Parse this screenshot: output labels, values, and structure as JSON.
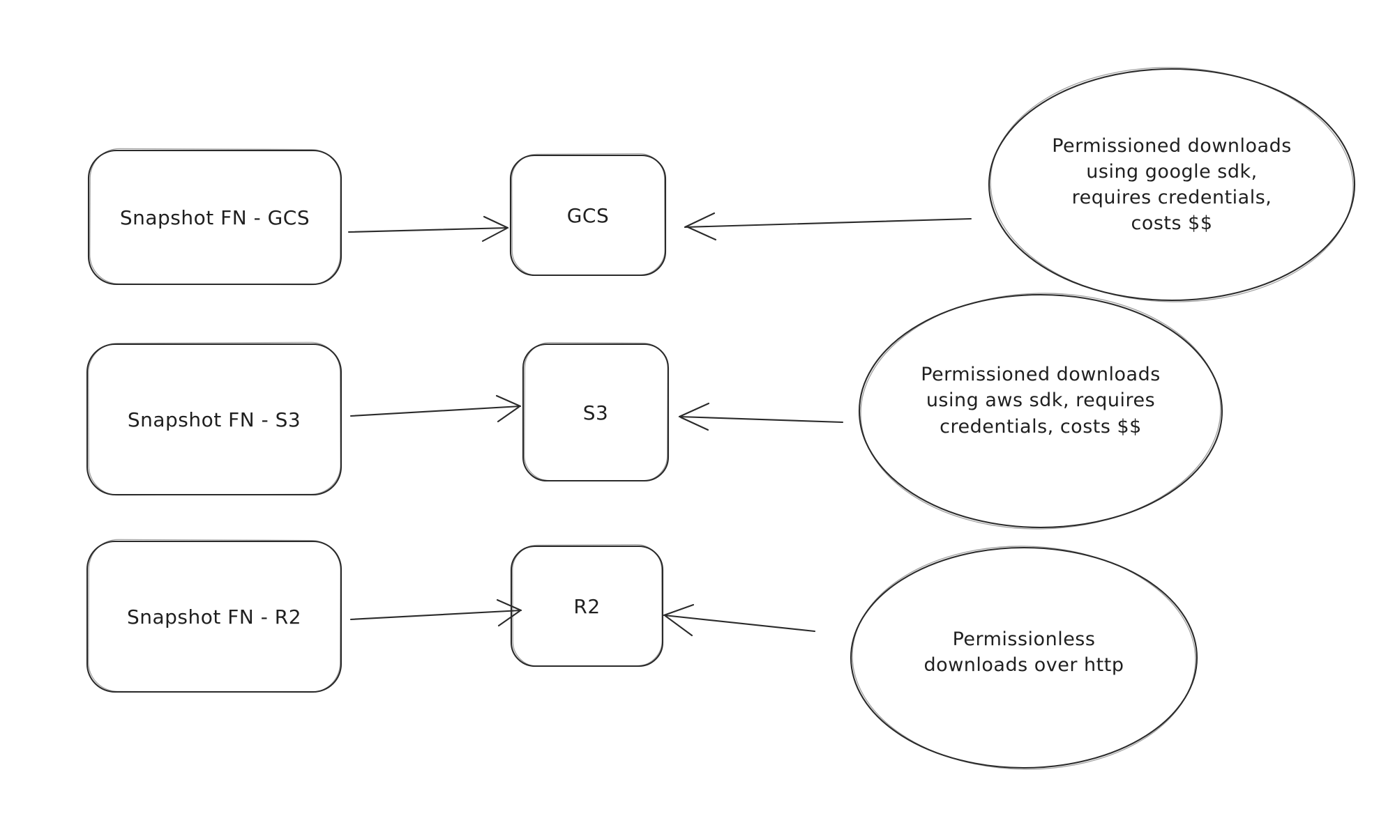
{
  "canvas": {
    "background": "#ffffff",
    "stroke_color": "#2a2a2a",
    "text_color": "#1f1f1f"
  },
  "rows": [
    {
      "id": "gcs",
      "source_label": "Snapshot FN - GCS",
      "target_label": "GCS",
      "note": "Permissioned downloads\nusing google sdk,\nrequires credentials,\ncosts $$"
    },
    {
      "id": "s3",
      "source_label": "Snapshot FN - S3",
      "target_label": "S3",
      "note": "Permissioned downloads\nusing aws sdk, requires\ncredentials, costs $$"
    },
    {
      "id": "r2",
      "source_label": "Snapshot FN - R2",
      "target_label": "R2",
      "note": "Permissionless\ndownloads over http"
    }
  ]
}
